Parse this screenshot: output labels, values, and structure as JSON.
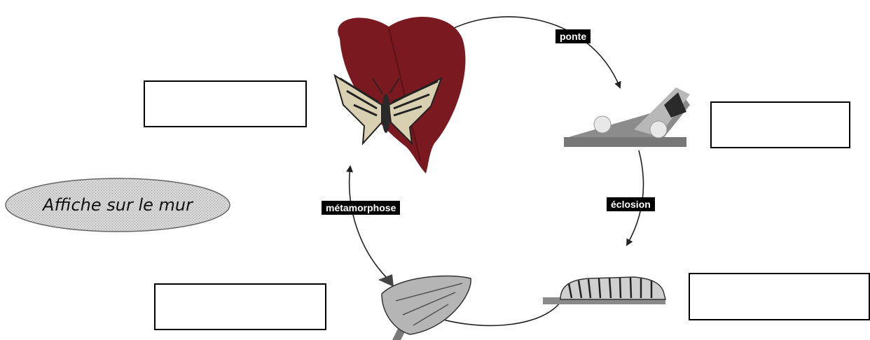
{
  "labels": {
    "ponte": "ponte",
    "eclosion": "éclosion",
    "metamorphose": "métamorphose"
  },
  "badge": {
    "text": "Affiche sur le mur",
    "color": "#cfcfcf"
  },
  "answer_boxes": [
    {
      "id": "butterfly",
      "value": ""
    },
    {
      "id": "eggs",
      "value": ""
    },
    {
      "id": "caterpillar",
      "value": ""
    },
    {
      "id": "chrysalis",
      "value": ""
    }
  ],
  "colors": {
    "leaf": "#7a1a20",
    "arrow": "#222222",
    "box_border": "#000000"
  },
  "icons": [
    "butterfly-on-leaf-image",
    "eggs-on-twig-image",
    "caterpillar-image",
    "chrysalis-image"
  ]
}
